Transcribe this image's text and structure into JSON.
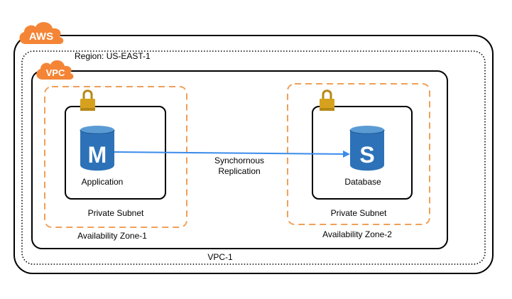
{
  "clouds": {
    "aws": "AWS",
    "vpc": "VPC"
  },
  "labels": {
    "region": "Region: US-EAST-1",
    "vpc_name": "VPC-1"
  },
  "zones": [
    {
      "name": "Availability Zone-1",
      "subnet": "Private Subnet",
      "instance": {
        "letter": "M",
        "label": "Application"
      }
    },
    {
      "name": "Availability Zone-2",
      "subnet": "Private Subnet",
      "instance": {
        "letter": "S",
        "label": "Database"
      }
    }
  ],
  "connection": {
    "line1": "Synchornous",
    "line2": "Replication"
  },
  "icons": {
    "cloud": "cloud-icon",
    "lock": "padlock-icon",
    "database": "database-cylinder-icon",
    "arrow": "arrow-right-icon"
  },
  "colors": {
    "cloud_orange": "#F58536",
    "subnet_dash": "#F0A058",
    "lock_gold": "#D6A21E",
    "db_blue": "#2D72B8",
    "db_top": "#5B9BD5",
    "arrow_blue": "#3B8BEB"
  }
}
